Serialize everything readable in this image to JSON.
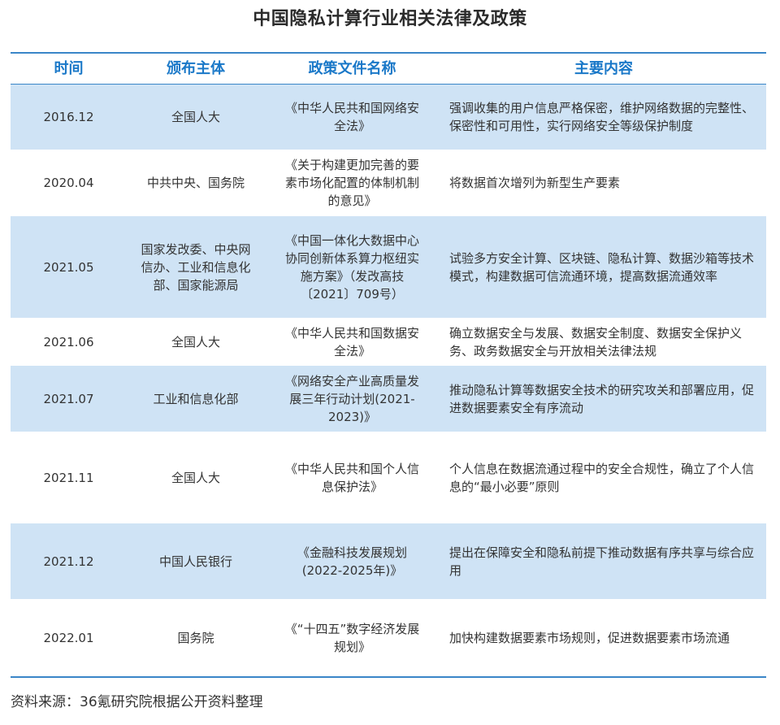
{
  "title": "中国隐私计算行业相关法律及政策",
  "header": {
    "col1": "时间",
    "col2": "颁布主体",
    "col3": "政策文件名称",
    "col4": "主要内容"
  },
  "rows": [
    {
      "time": "2016.12",
      "issuer": "全国人大",
      "doc": "《中华人民共和国网络安全法》",
      "content": "强调收集的用户信息严格保密，维护网络数据的完整性、保密性和可用性，实行网络安全等级保护制度"
    },
    {
      "time": "2020.04",
      "issuer": "中共中央、国务院",
      "doc": "《关于构建更加完善的要素市场化配置的体制机制的意见》",
      "content": "将数据首次增列为新型生产要素"
    },
    {
      "time": "2021.05",
      "issuer": "国家发改委、中央网信办、工业和信息化部、国家能源局",
      "doc": "《中国一体化大数据中心协同创新体系算力枢纽实施方案》（发改高技〔2021〕709号）",
      "content": "试验多方安全计算、区块链、隐私计算、数据沙箱等技术模式，构建数据可信流通环境，提高数据流通效率"
    },
    {
      "time": "2021.06",
      "issuer": "全国人大",
      "doc": "《中华人民共和国数据安全法》",
      "content": "确立数据安全与发展、数据安全制度、数据安全保护义务、政务数据安全与开放相关法律法规"
    },
    {
      "time": "2021.07",
      "issuer": "工业和信息化部",
      "doc": "《网络安全产业高质量发展三年行动计划(2021-2023)》",
      "content": "推动隐私计算等数据安全技术的研究攻关和部署应用，促进数据要素安全有序流动"
    },
    {
      "time": "2021.11",
      "issuer": "全国人大",
      "doc": "《中华人民共和国个人信息保护法》",
      "content": "个人信息在数据流通过程中的安全合规性，确立了个人信息的“最小必要”原则"
    },
    {
      "time": "2021.12",
      "issuer": "中国人民银行",
      "doc": "《金融科技发展规划(2022-2025年)》",
      "content": "提出在保障安全和隐私前提下推动数据有序共享与综合应用"
    },
    {
      "time": "2022.01",
      "issuer": "国务院",
      "doc": "《“十四五”数字经济发展规划》",
      "content": "加快构建数据要素市场规则，促进数据要素市场流通"
    }
  ],
  "source": "资料来源：36氪研究院根据公开资料整理"
}
